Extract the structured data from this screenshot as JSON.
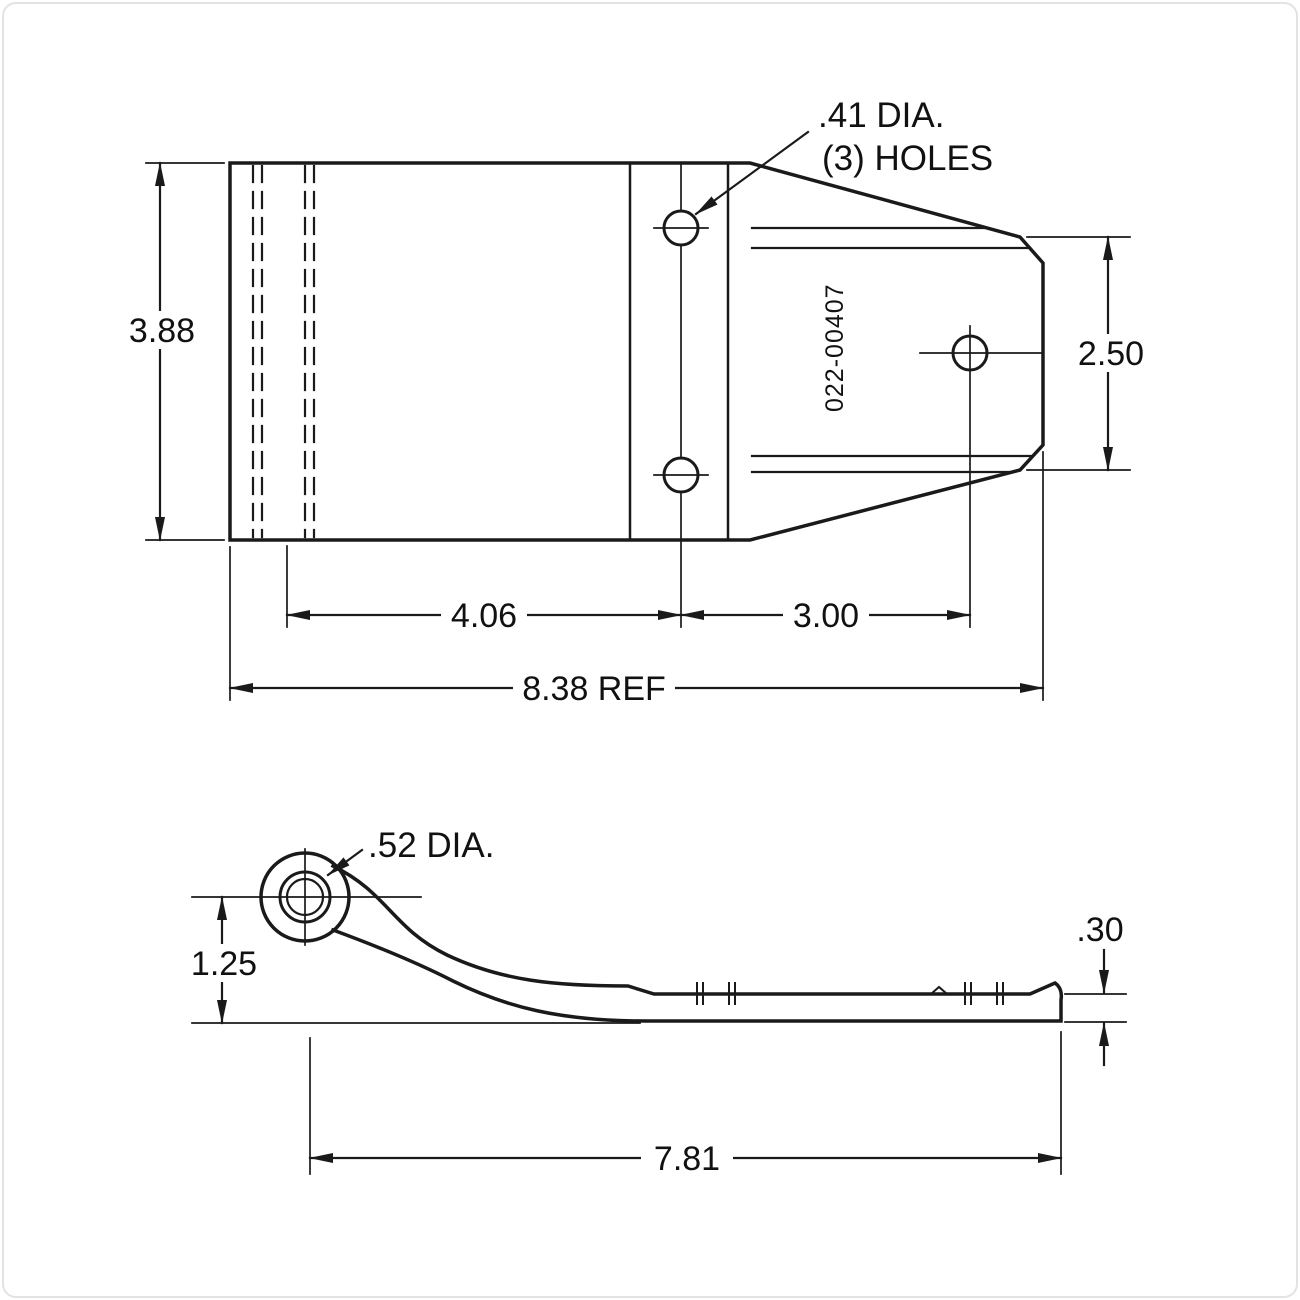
{
  "colors": {
    "line": "#1a1a1a",
    "background": "#ffffff"
  },
  "top_view": {
    "part_number": "022-00407",
    "hole_note": {
      "line1": ".41 DIA.",
      "line2": "(3) HOLES"
    },
    "dims": {
      "height": "3.88",
      "span_left": "4.06",
      "span_right": "3.00",
      "overall": "8.38 REF",
      "end_height": "2.50"
    }
  },
  "side_view": {
    "hole_note": ".52 DIA.",
    "dims": {
      "center_height": "1.25",
      "thickness": ".30",
      "length": "7.81"
    }
  }
}
